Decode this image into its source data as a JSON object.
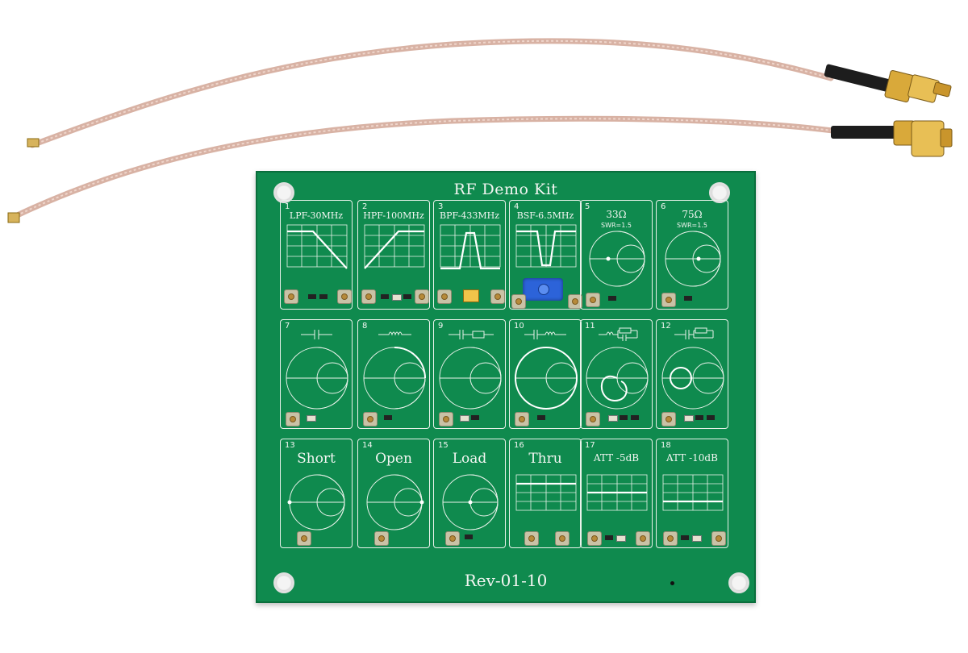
{
  "board": {
    "title": "RF Demo Kit",
    "revision": "Rev-01-10"
  },
  "cells": [
    {
      "number": "1",
      "label": "LPF-30MHz",
      "sub": ""
    },
    {
      "number": "2",
      "label": "HPF-100MHz",
      "sub": ""
    },
    {
      "number": "3",
      "label": "BPF-433MHz",
      "sub": ""
    },
    {
      "number": "4",
      "label": "BSF-6.5MHz",
      "sub": ""
    },
    {
      "number": "5",
      "label": "33Ω",
      "sub": "SWR=1.5"
    },
    {
      "number": "6",
      "label": "75Ω",
      "sub": "SWR=1.5"
    },
    {
      "number": "7",
      "label": "",
      "sub": ""
    },
    {
      "number": "8",
      "label": "",
      "sub": ""
    },
    {
      "number": "9",
      "label": "",
      "sub": ""
    },
    {
      "number": "10",
      "label": "",
      "sub": ""
    },
    {
      "number": "11",
      "label": "",
      "sub": ""
    },
    {
      "number": "12",
      "label": "",
      "sub": ""
    },
    {
      "number": "13",
      "label": "Short",
      "sub": ""
    },
    {
      "number": "14",
      "label": "Open",
      "sub": ""
    },
    {
      "number": "15",
      "label": "Load",
      "sub": ""
    },
    {
      "number": "16",
      "label": "Thru",
      "sub": ""
    },
    {
      "number": "17",
      "label": "ATT -5dB",
      "sub": ""
    },
    {
      "number": "18",
      "label": "ATT -10dB",
      "sub": ""
    }
  ],
  "colors": {
    "pcb": "#0f8a4e",
    "silkscreen": "#f3f6f2",
    "cable": "#d8b2a4",
    "sma_gold": "#d9a93a",
    "trimmer": "#2c63d9"
  }
}
